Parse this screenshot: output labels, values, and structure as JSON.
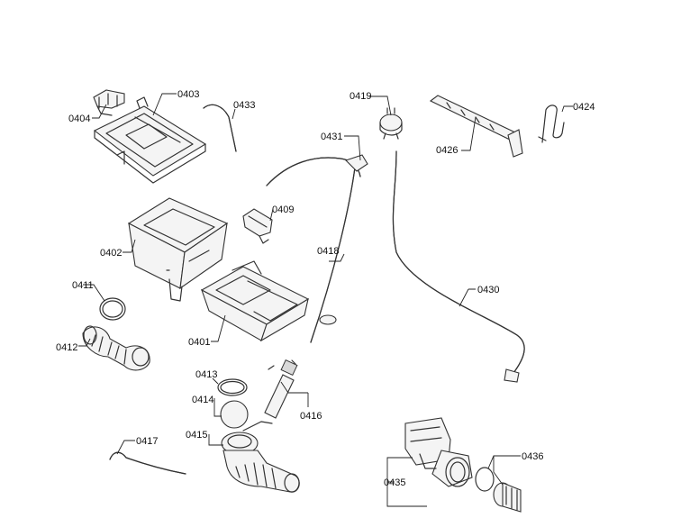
{
  "diagram": {
    "background": "#ffffff",
    "line_color": "#333333",
    "parts": [
      {
        "id": "p0401",
        "label": "0401",
        "icon": "dispenser-drawer"
      },
      {
        "id": "p0402",
        "label": "0402",
        "icon": "dispenser-housing"
      },
      {
        "id": "p0403",
        "label": "0403",
        "icon": "dispenser-top-cover"
      },
      {
        "id": "p0404",
        "label": "0404",
        "icon": "valve-clip"
      },
      {
        "id": "p0409",
        "label": "0409",
        "icon": "siphon-insert"
      },
      {
        "id": "p0411",
        "label": "0411",
        "icon": "clamp-ring"
      },
      {
        "id": "p0412",
        "label": "0412",
        "icon": "bellows-hose"
      },
      {
        "id": "p0413",
        "label": "0413",
        "icon": "seal-ring"
      },
      {
        "id": "p0414",
        "label": "0414",
        "icon": "ball"
      },
      {
        "id": "p0415",
        "label": "0415",
        "icon": "sump-housing"
      },
      {
        "id": "p0416",
        "label": "0416",
        "icon": "vent-hose"
      },
      {
        "id": "p0417",
        "label": "0417",
        "icon": "heating-element"
      },
      {
        "id": "p0418",
        "label": "0418",
        "icon": "pressure-hose"
      },
      {
        "id": "p0419",
        "label": "0419",
        "icon": "pressure-switch"
      },
      {
        "id": "p0424",
        "label": "0424",
        "icon": "hose-holder"
      },
      {
        "id": "p0426",
        "label": "0426",
        "icon": "mounting-rail"
      },
      {
        "id": "p0430",
        "label": "0430",
        "icon": "drain-hose"
      },
      {
        "id": "p0431",
        "label": "0431",
        "icon": "fill-hose"
      },
      {
        "id": "p0433",
        "label": "0433",
        "icon": "connecting-hose"
      },
      {
        "id": "p0435",
        "label": "0435",
        "icon": "drain-pump"
      },
      {
        "id": "p0436",
        "label": "0436",
        "icon": "pump-filter"
      }
    ]
  }
}
